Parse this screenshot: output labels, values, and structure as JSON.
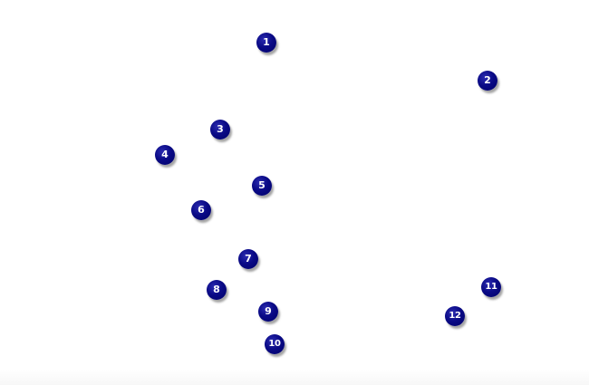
{
  "board": {
    "dot_color": "#000080",
    "dots": [
      {
        "label": "1"
      },
      {
        "label": "2"
      },
      {
        "label": "3"
      },
      {
        "label": "4"
      },
      {
        "label": "5"
      },
      {
        "label": "6"
      },
      {
        "label": "7"
      },
      {
        "label": "8"
      },
      {
        "label": "9"
      },
      {
        "label": "10"
      },
      {
        "label": "11"
      },
      {
        "label": "12"
      }
    ]
  }
}
